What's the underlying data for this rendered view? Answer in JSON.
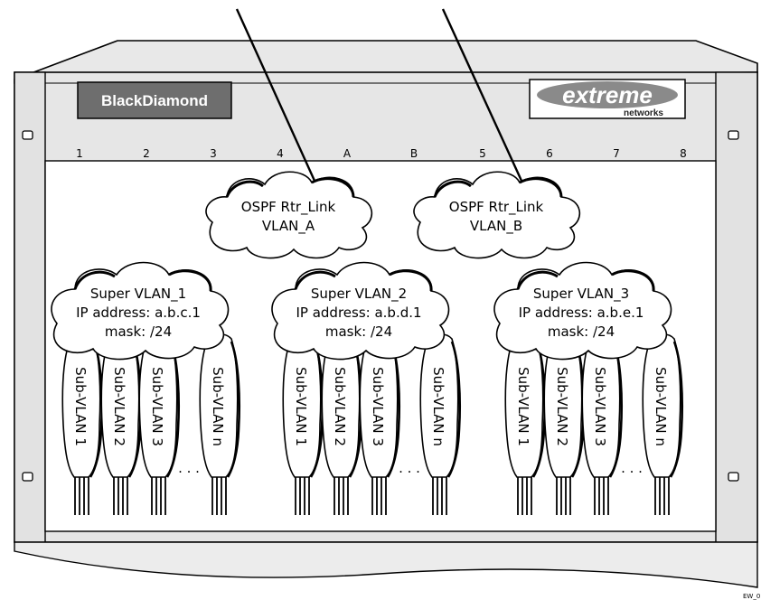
{
  "chassis": {
    "left_brand": "BlackDiamond",
    "right_brand_main": "extreme",
    "right_brand_sub": "networks",
    "slots": [
      "1",
      "2",
      "3",
      "4",
      "A",
      "B",
      "5",
      "6",
      "7",
      "8"
    ]
  },
  "router_links": [
    {
      "line1": "OSPF Rtr_Link",
      "line2": "VLAN_A"
    },
    {
      "line1": "OSPF Rtr_Link",
      "line2": "VLAN_B"
    }
  ],
  "super_vlans": [
    {
      "name": "Super VLAN_1",
      "ip": "IP address: a.b.c.1",
      "mask": "mask: /24",
      "sub_vlans": [
        "Sub-VLAN 1",
        "Sub-VLAN 2",
        "Sub-VLAN 3",
        "Sub-VLAN n"
      ],
      "ellipsis": ". . ."
    },
    {
      "name": "Super VLAN_2",
      "ip": "IP address: a.b.d.1",
      "mask": "mask: /24",
      "sub_vlans": [
        "Sub-VLAN 1",
        "Sub-VLAN 2",
        "Sub-VLAN 3",
        "Sub-VLAN n"
      ],
      "ellipsis": ". . ."
    },
    {
      "name": "Super VLAN_3",
      "ip": "IP address: a.b.e.1",
      "mask": "mask: /24",
      "sub_vlans": [
        "Sub-VLAN 1",
        "Sub-VLAN 2",
        "Sub-VLAN 3",
        "Sub-VLAN n"
      ],
      "ellipsis": ". . ."
    }
  ],
  "corner_code": "EW_0"
}
